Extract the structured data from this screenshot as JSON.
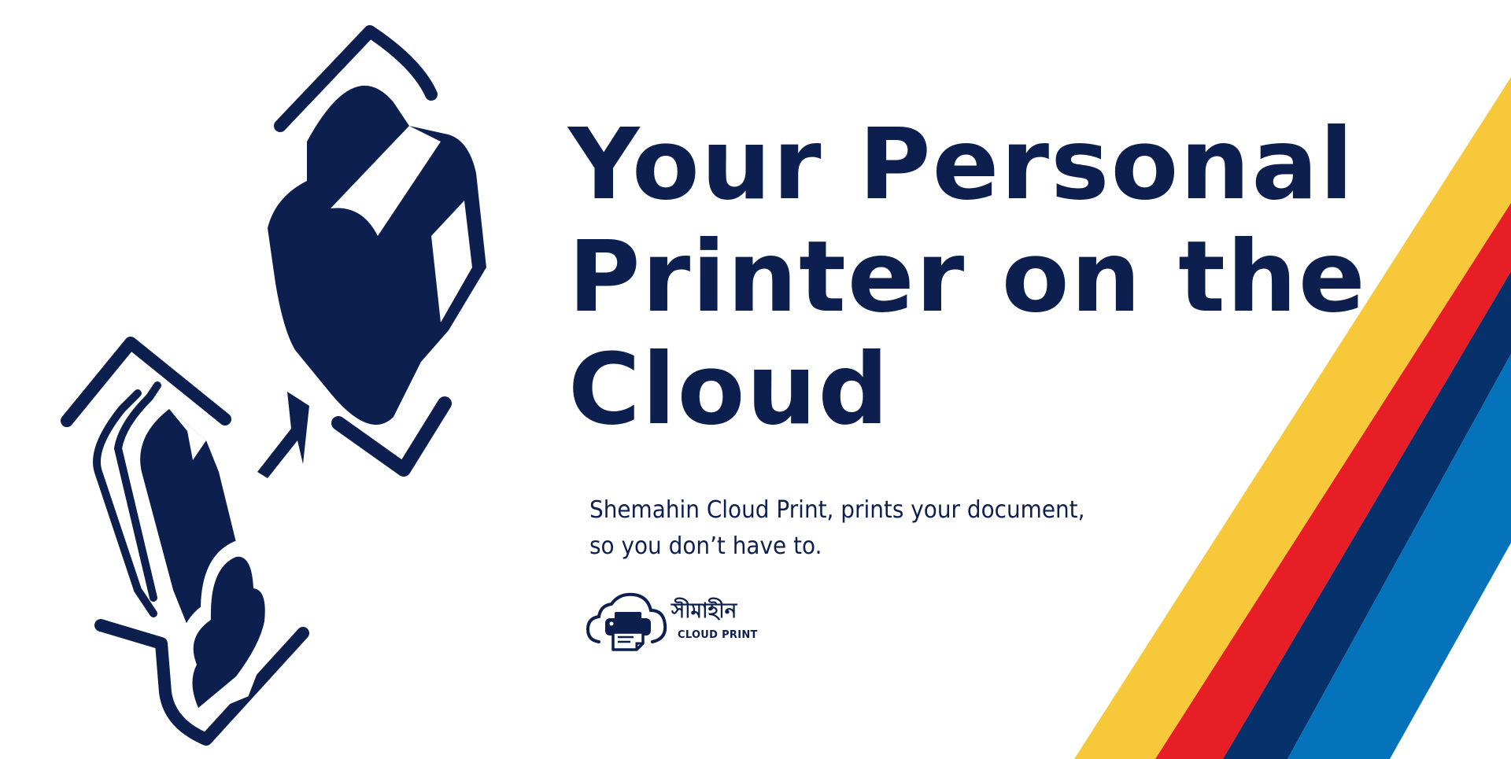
{
  "headline": {
    "line1": "Your Personal",
    "line2": "Printer on the",
    "line3": "Cloud"
  },
  "tagline": {
    "line1": "Shemahin Cloud Print, prints your document,",
    "line2": "so you don’t have to."
  },
  "brand": {
    "name_bangla": "সীমাহীন",
    "name_english": "CLOUD PRINT",
    "logo_icon": "cloud-printer-logo-icon"
  },
  "illustration": {
    "icons": [
      "phone-icon",
      "cloud-icon",
      "arrow-icon",
      "printer-icon"
    ]
  },
  "colors": {
    "navy": "#0c1f4f",
    "background": "#ffffff",
    "stripe_yellow": "#f6c83a",
    "stripe_red": "#e81e27",
    "stripe_navy": "#06316b",
    "stripe_blue": "#0572bc"
  }
}
